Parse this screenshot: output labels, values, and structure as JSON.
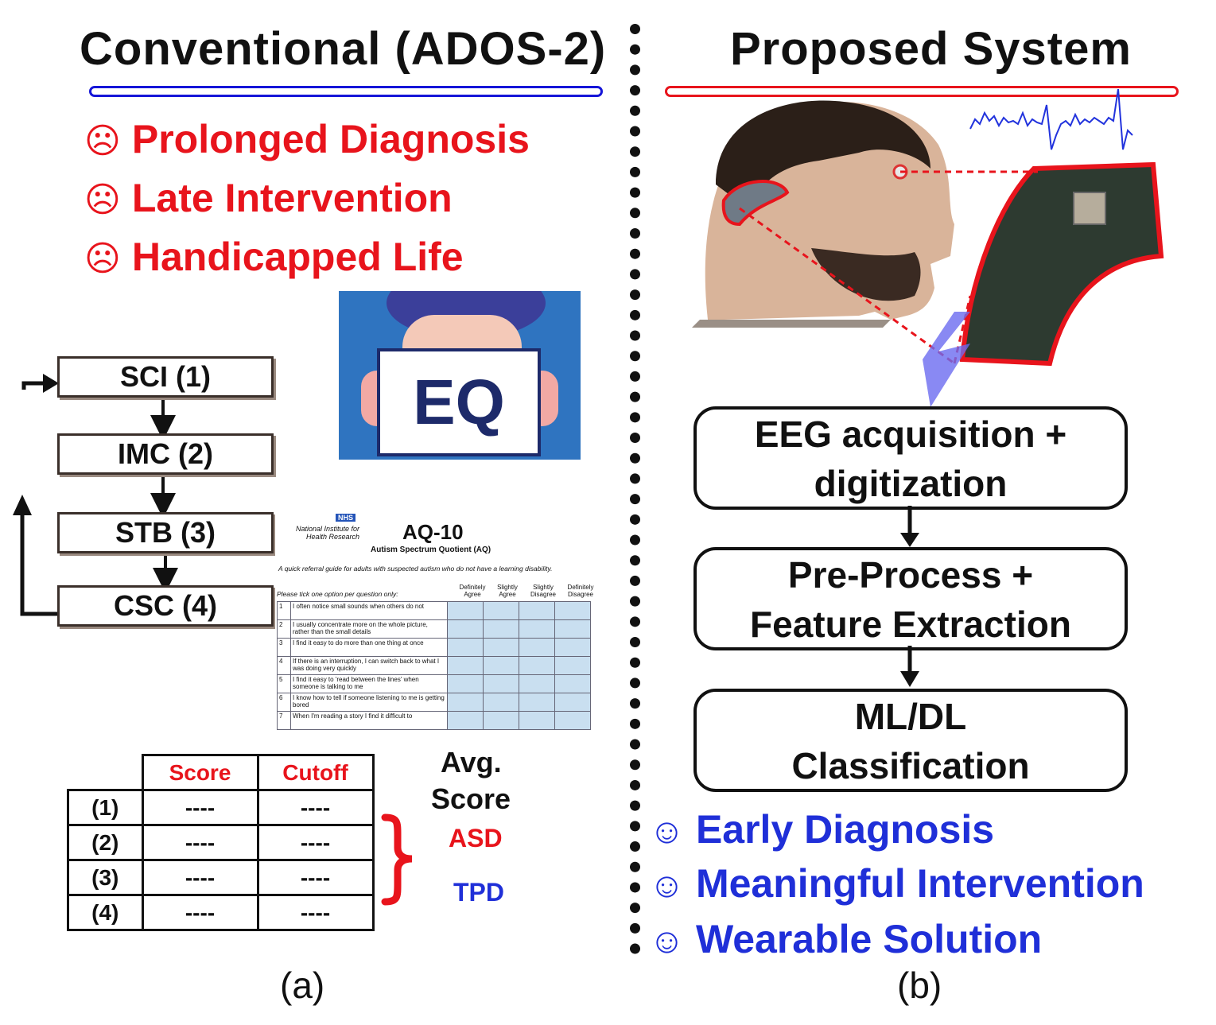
{
  "left": {
    "title": "Conventional (ADOS-2)",
    "underline_color": "#1515d8",
    "problems": [
      {
        "icon": "☹",
        "label": "Prolonged Diagnosis"
      },
      {
        "icon": "☹",
        "label": "Late Intervention"
      },
      {
        "icon": "☹",
        "label": "Handicapped Life"
      }
    ],
    "steps": [
      "SCI (1)",
      "IMC (2)",
      "STB (3)",
      "CSC (4)"
    ],
    "eq_card": {
      "label": "EQ"
    },
    "aq_form": {
      "org": "National Institute for Health Research",
      "badge": "NHS",
      "title": "AQ-10",
      "subtitle": "Autism Spectrum Quotient (AQ)",
      "note": "A quick referral guide for adults with suspected autism who do not have a learning disability.",
      "instruction": "Please tick one option per question only:",
      "columns": [
        "Definitely Agree",
        "Slightly Agree",
        "Slightly Disagree",
        "Definitely Disagree"
      ],
      "questions": [
        "I often notice small sounds when others do not",
        "I usually concentrate more on the whole picture, rather than the small details",
        "I find it easy to do more than one thing at once",
        "If there is an interruption, I can switch back to what I was doing very quickly",
        "I find it easy to 'read between the lines' when someone is talking to me",
        "I know how to tell if someone listening to me is getting bored",
        "When I'm reading a story I find it difficult to"
      ]
    },
    "table": {
      "headers": [
        "Score",
        "Cutoff"
      ],
      "rows": [
        {
          "label": "(1)",
          "score": "----",
          "cutoff": "----"
        },
        {
          "label": "(2)",
          "score": "----",
          "cutoff": "----"
        },
        {
          "label": "(3)",
          "score": "----",
          "cutoff": "----"
        },
        {
          "label": "(4)",
          "score": "----",
          "cutoff": "----"
        }
      ]
    },
    "avg_label_1": "Avg.",
    "avg_label_2": "Score",
    "asd": "ASD",
    "tpd": "TPD",
    "caption": "(a)"
  },
  "right": {
    "title": "Proposed System",
    "underline_color": "#e8141c",
    "flow": [
      {
        "line1": "EEG acquisition +",
        "line2": "digitization"
      },
      {
        "line1": "Pre-Process +",
        "line2": "Feature Extraction"
      },
      {
        "line1": "ML/DL",
        "line2": "Classification"
      }
    ],
    "benefits": [
      {
        "icon": "☺",
        "label": "Early Diagnosis"
      },
      {
        "icon": "☺",
        "label": "Meaningful Intervention"
      },
      {
        "icon": "☺",
        "label": "Wearable Solution"
      }
    ],
    "caption": "(b)"
  }
}
